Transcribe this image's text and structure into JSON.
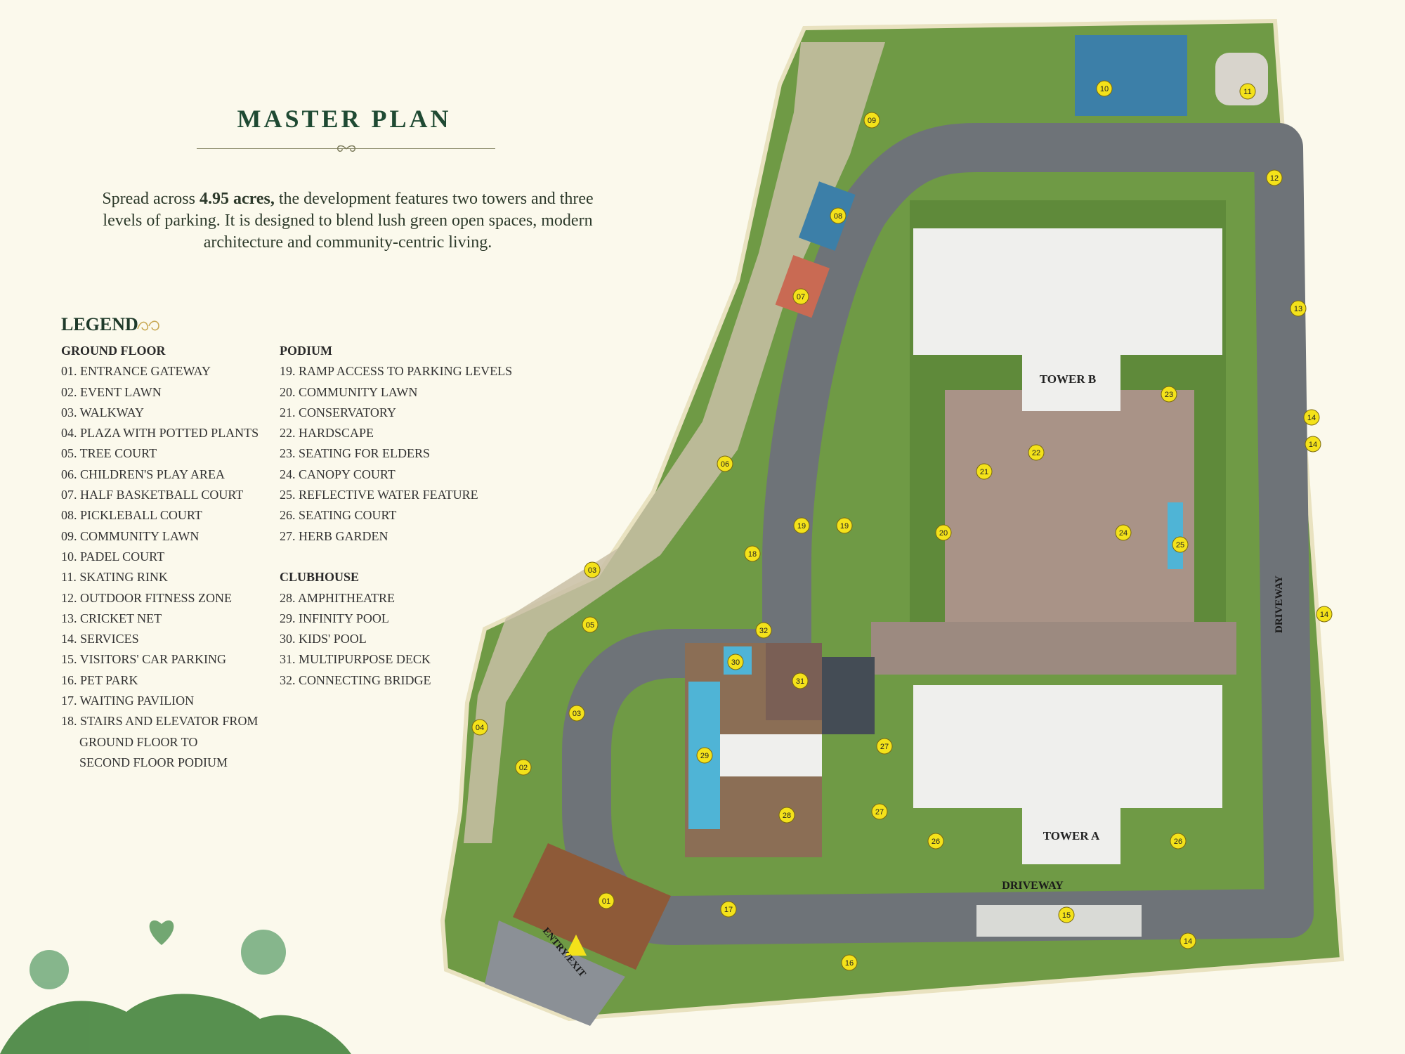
{
  "header": {
    "title": "MASTER PLAN",
    "intro_pre": "Spread across ",
    "intro_bold": "4.95 acres,",
    "intro_post": " the development features two towers and three levels of parking. It is designed to blend lush green open spaces, modern architecture and community-centric living."
  },
  "legend": {
    "title": "LEGEND",
    "ground_floor": {
      "heading": "GROUND FLOOR",
      "items": [
        "01. ENTRANCE GATEWAY",
        "02. EVENT LAWN",
        "03. WALKWAY",
        "04. PLAZA WITH POTTED PLANTS",
        "05. TREE COURT",
        "06. CHILDREN'S PLAY AREA",
        "07. HALF BASKETBALL COURT",
        "08. PICKLEBALL COURT",
        "09. COMMUNITY LAWN",
        "10. PADEL COURT",
        "11. SKATING RINK",
        "12. OUTDOOR FITNESS ZONE",
        "13. CRICKET NET",
        "14. SERVICES",
        "15. VISITORS' CAR PARKING",
        "16. PET PARK",
        "17. WAITING PAVILION",
        "18. STAIRS AND ELEVATOR FROM",
        "GROUND FLOOR TO",
        "SECOND FLOOR PODIUM"
      ]
    },
    "podium": {
      "heading": "PODIUM",
      "items": [
        "19. RAMP ACCESS TO PARKING LEVELS",
        "20. COMMUNITY LAWN",
        "21. CONSERVATORY",
        "22. HARDSCAPE",
        "23. SEATING FOR ELDERS",
        "24. CANOPY COURT",
        "25. REFLECTIVE WATER FEATURE",
        "26. SEATING COURT",
        "27. HERB GARDEN"
      ]
    },
    "clubhouse": {
      "heading": "CLUBHOUSE",
      "items": [
        "28. AMPHITHEATRE",
        "29. INFINITY POOL",
        "30. KIDS' POOL",
        "31. MULTIPURPOSE DECK",
        "32. CONNECTING BRIDGE"
      ]
    }
  },
  "map_labels": {
    "tower_a": "TOWER A",
    "tower_b": "TOWER B",
    "driveway_bottom": "DRIVEWAY",
    "driveway_right": "DRIVEWAY",
    "entry_exit": "ENTRY/EXIT"
  },
  "markers": [
    "01",
    "02",
    "03",
    "03",
    "04",
    "05",
    "06",
    "07",
    "08",
    "09",
    "10",
    "11",
    "12",
    "13",
    "14",
    "14",
    "14",
    "14",
    "15",
    "16",
    "17",
    "18",
    "19",
    "19",
    "20",
    "21",
    "22",
    "23",
    "24",
    "25",
    "26",
    "26",
    "27",
    "27",
    "28",
    "29",
    "30",
    "31",
    "32"
  ],
  "colors": {
    "background": "#fbf9ec",
    "heading_green": "#1f4a33",
    "marker_yellow": "#f4e21a",
    "road_grey": "#6e7378",
    "lawn_green": "#5f8a3a",
    "building_white": "#efefed",
    "water_blue": "#4fb4d6"
  }
}
